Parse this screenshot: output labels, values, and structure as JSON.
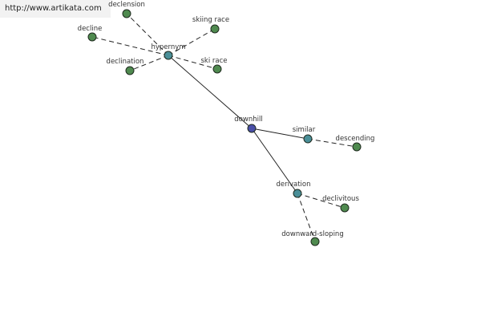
{
  "watermark": "http://www.artikata.com",
  "colors": {
    "center": "#4a4fa8",
    "relation": "#4a8f98",
    "leaf": "#4f8a4f",
    "edge": "#222222"
  },
  "graph": {
    "nodes": {
      "downhill": {
        "label": "downhill",
        "kind": "center"
      },
      "hypernym": {
        "label": "hypernym",
        "kind": "relation"
      },
      "similar": {
        "label": "similar",
        "kind": "relation"
      },
      "derivation": {
        "label": "derivation",
        "kind": "relation"
      },
      "declension": {
        "label": "declension",
        "kind": "leaf"
      },
      "decline": {
        "label": "decline",
        "kind": "leaf"
      },
      "skiing_race": {
        "label": "skiing race",
        "kind": "leaf"
      },
      "declination": {
        "label": "declination",
        "kind": "leaf"
      },
      "ski_race": {
        "label": "ski race",
        "kind": "leaf"
      },
      "descending": {
        "label": "descending",
        "kind": "leaf"
      },
      "declivitous": {
        "label": "declivitous",
        "kind": "leaf"
      },
      "downward_sloping": {
        "label": "downward-sloping",
        "kind": "leaf"
      }
    },
    "edges": [
      {
        "from": "downhill",
        "to": "hypernym",
        "style": "solid"
      },
      {
        "from": "downhill",
        "to": "similar",
        "style": "solid"
      },
      {
        "from": "downhill",
        "to": "derivation",
        "style": "solid"
      },
      {
        "from": "hypernym",
        "to": "declension",
        "style": "dashed"
      },
      {
        "from": "hypernym",
        "to": "decline",
        "style": "dashed"
      },
      {
        "from": "hypernym",
        "to": "skiing_race",
        "style": "dashed"
      },
      {
        "from": "hypernym",
        "to": "declination",
        "style": "dashed"
      },
      {
        "from": "hypernym",
        "to": "ski_race",
        "style": "dashed"
      },
      {
        "from": "similar",
        "to": "descending",
        "style": "dashed"
      },
      {
        "from": "derivation",
        "to": "declivitous",
        "style": "dashed"
      },
      {
        "from": "derivation",
        "to": "downward_sloping",
        "style": "dashed"
      }
    ]
  }
}
